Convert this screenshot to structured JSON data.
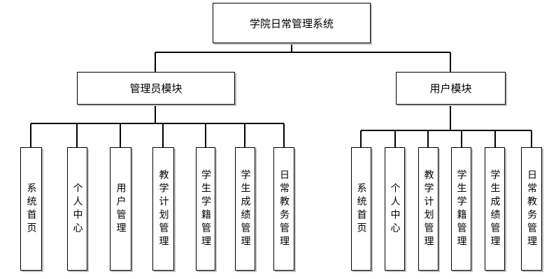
{
  "root": {
    "label": "学院日常管理系统"
  },
  "admin_module": {
    "label": "管理员模块",
    "items": [
      {
        "label": "系统首页"
      },
      {
        "label": "个人中心"
      },
      {
        "label": "用户管理"
      },
      {
        "label": "教学计划管理"
      },
      {
        "label": "学生学籍管理"
      },
      {
        "label": "学生成绩管理"
      },
      {
        "label": "日常教务管理"
      }
    ]
  },
  "user_module": {
    "label": "用户模块",
    "items": [
      {
        "label": "系统首页"
      },
      {
        "label": "个人中心"
      },
      {
        "label": "教学计划管理"
      },
      {
        "label": "学生学籍管理"
      },
      {
        "label": "学生成绩管理"
      },
      {
        "label": "日常教务管理"
      }
    ]
  }
}
